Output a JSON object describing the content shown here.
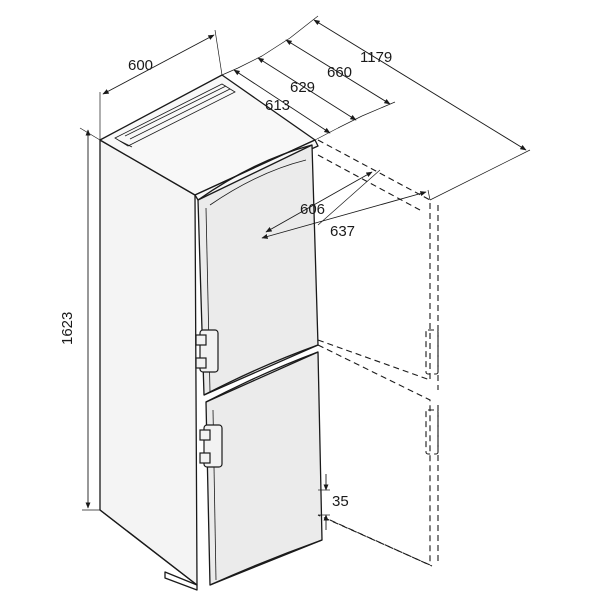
{
  "dimensions": {
    "width": "600",
    "height": "1623",
    "depth_613": "613",
    "depth_629": "629",
    "depth_660": "660",
    "depth_1179": "1179",
    "door_606": "606",
    "door_637": "637",
    "plinth_35": "35"
  }
}
